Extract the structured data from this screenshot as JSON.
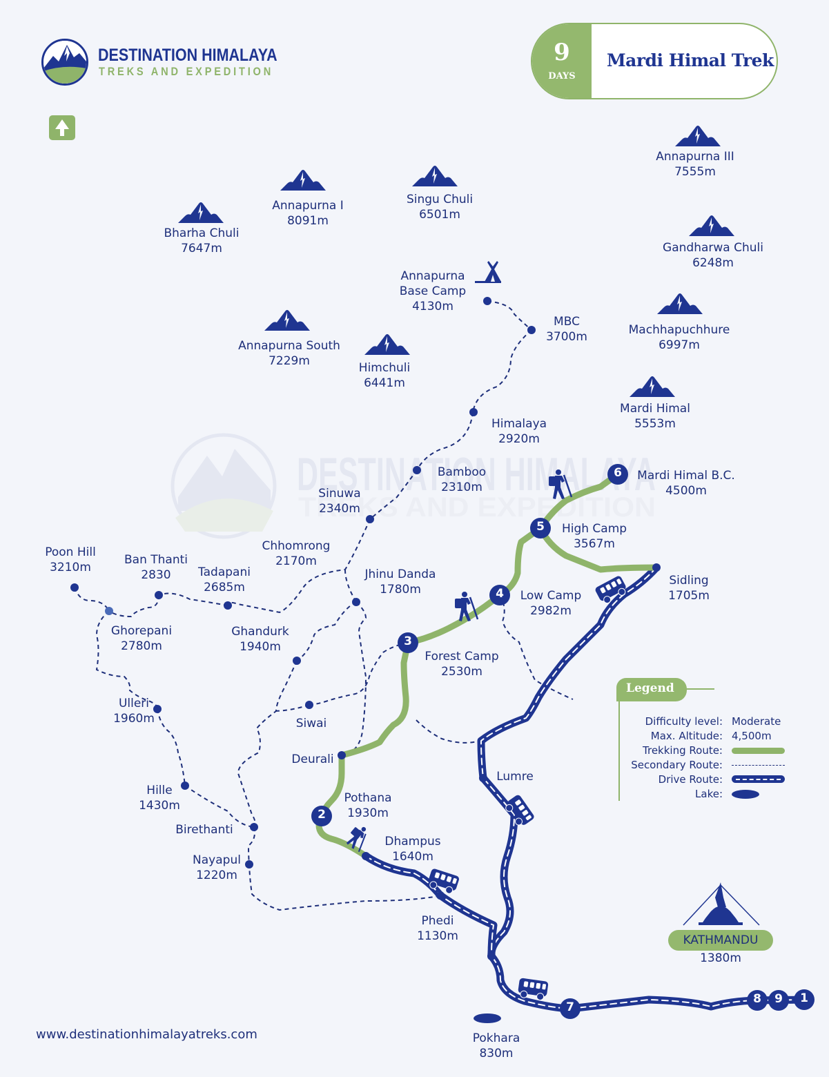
{
  "brand": {
    "name": "DESTINATION HIMALAYA",
    "tagline": "TREKS AND EXPEDITION",
    "primary_color": "#1f3591",
    "accent_color": "#8fb46a",
    "website": "www.destinationhimalayatreks.com"
  },
  "header": {
    "days_number": "9",
    "days_label": "DAYS",
    "trek_title": "Mardi Himal Trek"
  },
  "north_indicator": {
    "icon": "north-arrow-icon"
  },
  "peaks": [
    {
      "name": "Annapurna III",
      "altitude": "7555m"
    },
    {
      "name": "Annapurna I",
      "altitude": "8091m"
    },
    {
      "name": "Singu Chuli",
      "altitude": "6501m"
    },
    {
      "name": "Bharha Chuli",
      "altitude": "7647m"
    },
    {
      "name": "Gandharwa Chuli",
      "altitude": "6248m"
    },
    {
      "name": "Machhapuchhure",
      "altitude": "6997m"
    },
    {
      "name": "Annapurna South",
      "altitude": "7229m"
    },
    {
      "name": "Himchuli",
      "altitude": "6441m"
    },
    {
      "name": "Mardi Himal",
      "altitude": "5553m"
    }
  ],
  "places": [
    {
      "name": "Annapurna",
      "name2": "Base Camp",
      "altitude": "4130m",
      "icon": "tent-icon"
    },
    {
      "name": "MBC",
      "altitude": "3700m"
    },
    {
      "name": "Himalaya",
      "altitude": "2920m"
    },
    {
      "name": "Bamboo",
      "altitude": "2310m"
    },
    {
      "name": "Sinuwa",
      "altitude": "2340m"
    },
    {
      "name": "Chhomrong",
      "altitude": "2170m"
    },
    {
      "name": "Jhinu Danda",
      "altitude": "1780m"
    },
    {
      "name": "Poon Hill",
      "altitude": "3210m"
    },
    {
      "name": "Ban Thanti",
      "altitude": "2830"
    },
    {
      "name": "Tadapani",
      "altitude": "2685m"
    },
    {
      "name": "Ghorepani",
      "altitude": "2780m"
    },
    {
      "name": "Ghandurk",
      "altitude": "1940m"
    },
    {
      "name": "Ulleri",
      "altitude": "1960m"
    },
    {
      "name": "Siwai",
      "altitude": ""
    },
    {
      "name": "Deurali",
      "altitude": ""
    },
    {
      "name": "Hille",
      "altitude": "1430m"
    },
    {
      "name": "Birethanti",
      "altitude": ""
    },
    {
      "name": "Nayapul",
      "altitude": "1220m"
    },
    {
      "name": "Lumre",
      "altitude": ""
    },
    {
      "name": "Phedi",
      "altitude": "1130m"
    },
    {
      "name": "Pokhara",
      "altitude": "830m"
    }
  ],
  "itinerary_stops": [
    {
      "day": "1",
      "name": "Kathmandu",
      "altitude": "1380m"
    },
    {
      "day": "2",
      "name": "Pothana",
      "altitude": "1930m"
    },
    {
      "day": "3",
      "name": "Forest Camp",
      "altitude": "2530m"
    },
    {
      "day": "4",
      "name": "Low Camp",
      "altitude": "2982m"
    },
    {
      "day": "5",
      "name": "High Camp",
      "altitude": "3567m"
    },
    {
      "day": "6",
      "name": "Mardi Himal B.C.",
      "altitude": "4500m"
    },
    {
      "day": "7",
      "name": "Pokhara",
      "altitude": "830m"
    },
    {
      "day": "8",
      "name": "Kathmandu",
      "altitude": "1380m"
    },
    {
      "day": "9",
      "name": "Kathmandu",
      "altitude": "1380m"
    }
  ],
  "other_stops": [
    {
      "name": "Dhampus",
      "altitude": "1640m"
    },
    {
      "name": "Sidling",
      "altitude": "1705m"
    }
  ],
  "kathmandu": {
    "name": "KATHMANDU",
    "altitude": "1380m",
    "icon": "stupa-icon"
  },
  "legend": {
    "title": "Legend",
    "rows": [
      {
        "key": "Difficulty level:",
        "value": "Moderate"
      },
      {
        "key": "Max. Altitude:",
        "value": "4,500m"
      },
      {
        "key": "Trekking Route:",
        "swatch": "trekking-route"
      },
      {
        "key": "Secondary Route:",
        "swatch": "secondary-route"
      },
      {
        "key": "Drive Route:",
        "swatch": "drive-route"
      },
      {
        "key": "Lake:",
        "swatch": "lake"
      }
    ]
  },
  "watermark": {
    "title": "DESTINATION HIMALAYA",
    "tagline": "TREKS AND EXPEDITION"
  }
}
